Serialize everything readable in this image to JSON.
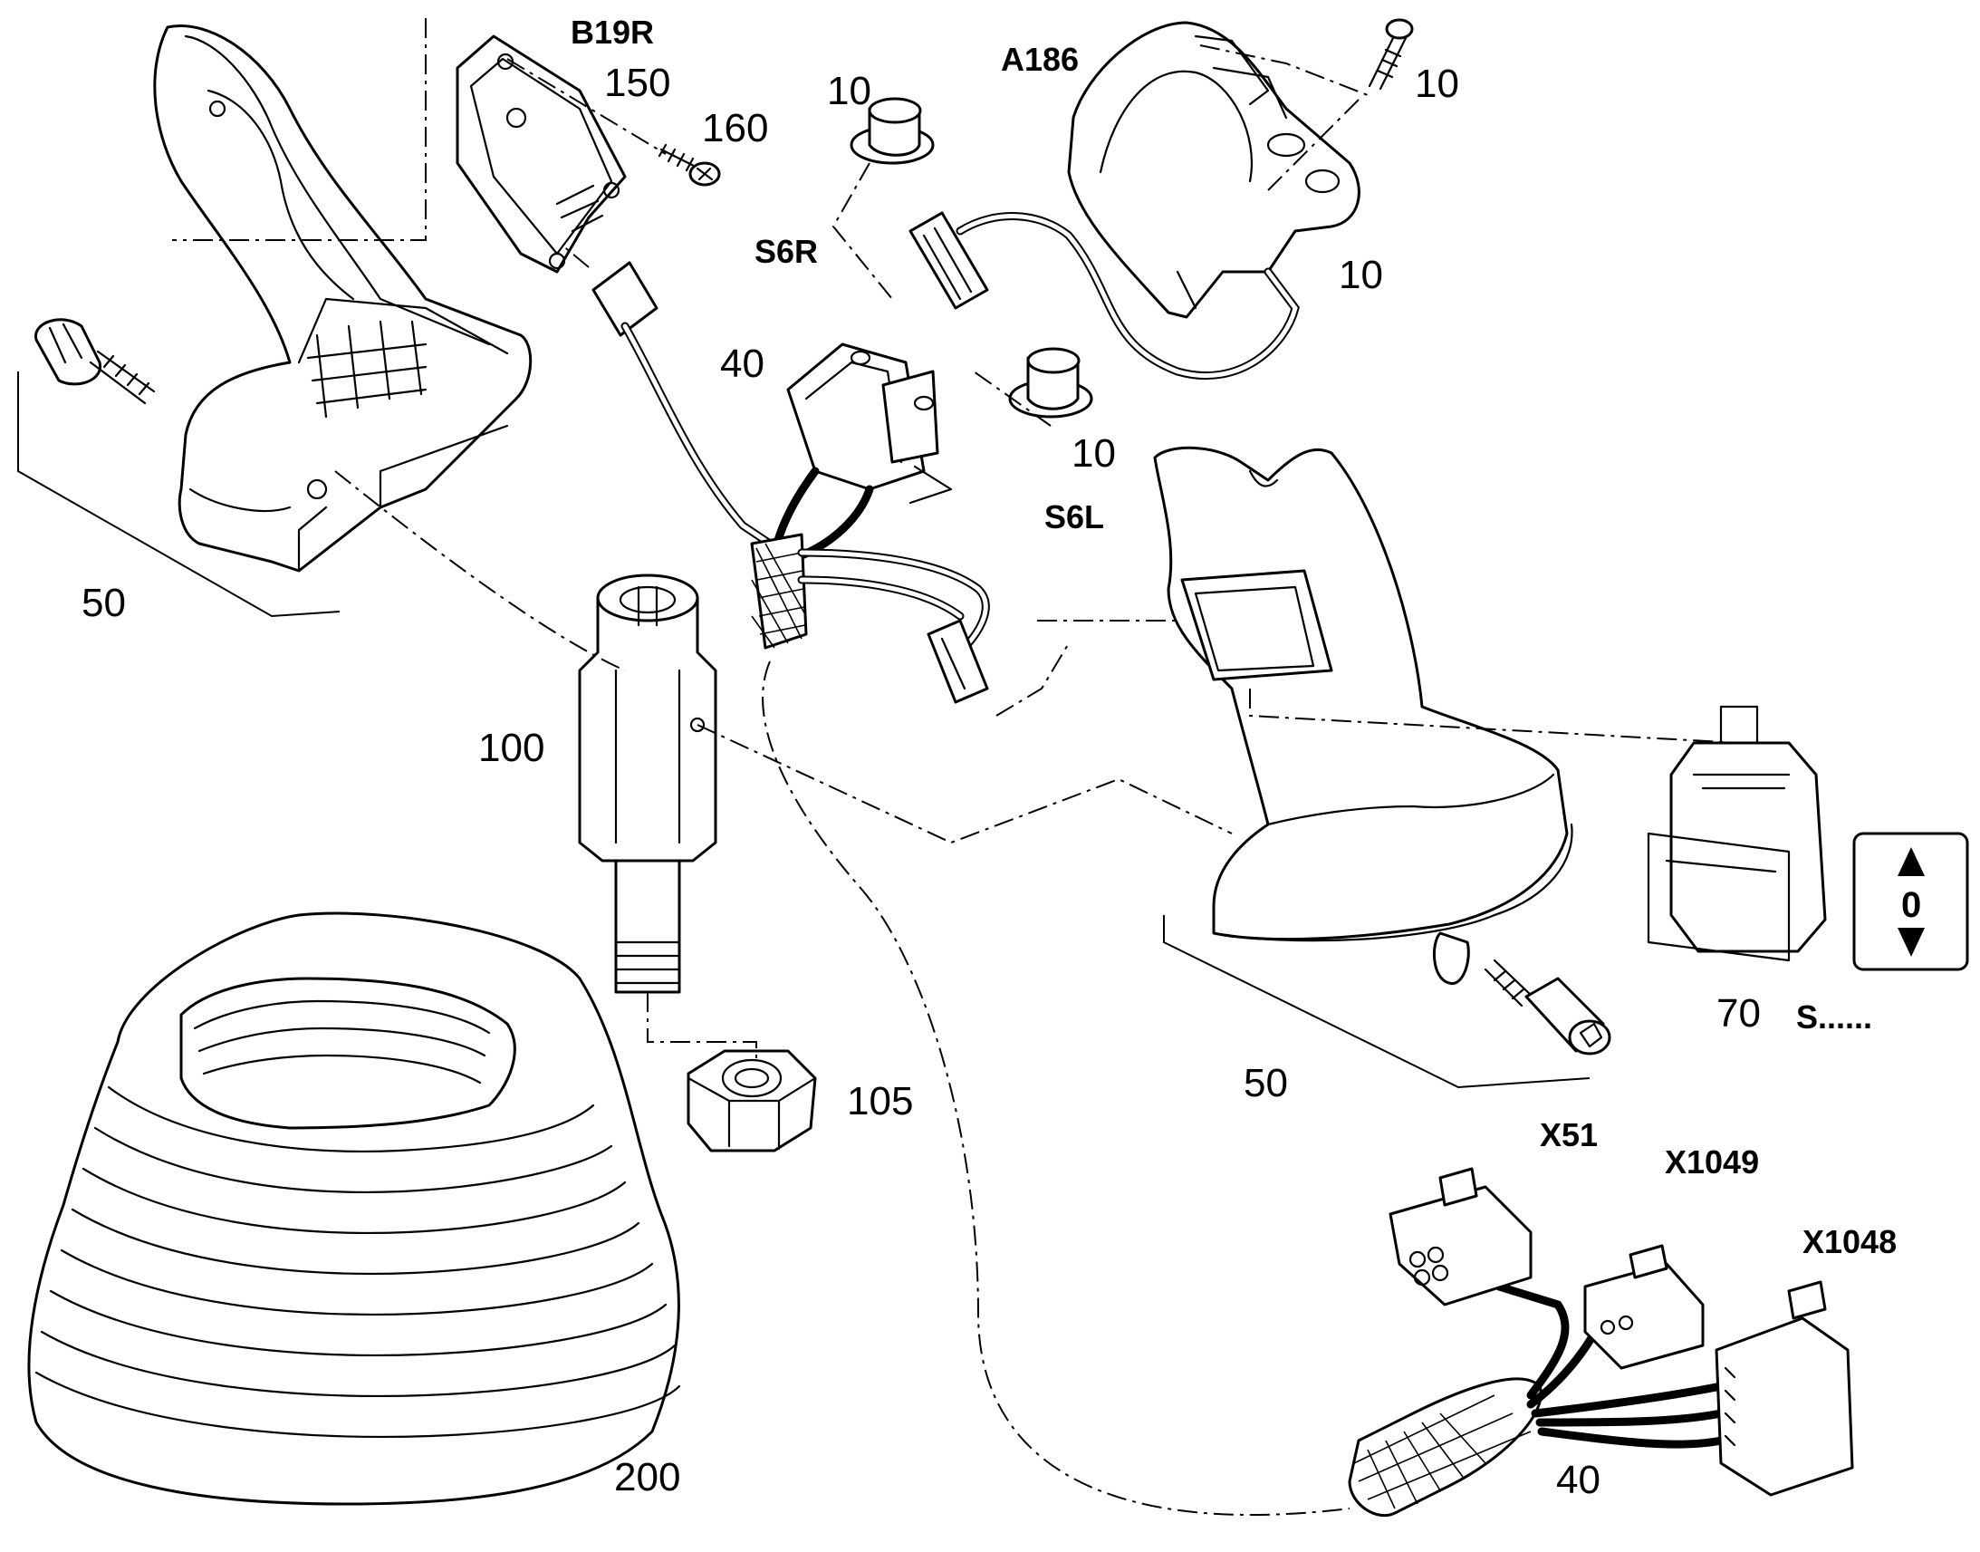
{
  "labels": {
    "n50_left": "50",
    "n50_right": "50",
    "n150": "150",
    "n160": "160",
    "n10_a": "10",
    "n10_b": "10",
    "n10_c": "10",
    "n10_d": "10",
    "n40_top": "40",
    "n40_bottom": "40",
    "n100": "100",
    "n105": "105",
    "n200": "200",
    "n70": "70"
  },
  "refs": {
    "b19r": "B19R",
    "a186": "A186",
    "s6r": "S6R",
    "s6l": "S6L",
    "s_dots": "S......",
    "x51": "X51",
    "x1049": "X1049",
    "x1048": "X1048"
  },
  "indicator": {
    "value": "0",
    "up_icon": "up-arrow-icon",
    "down_icon": "down-arrow-icon"
  }
}
